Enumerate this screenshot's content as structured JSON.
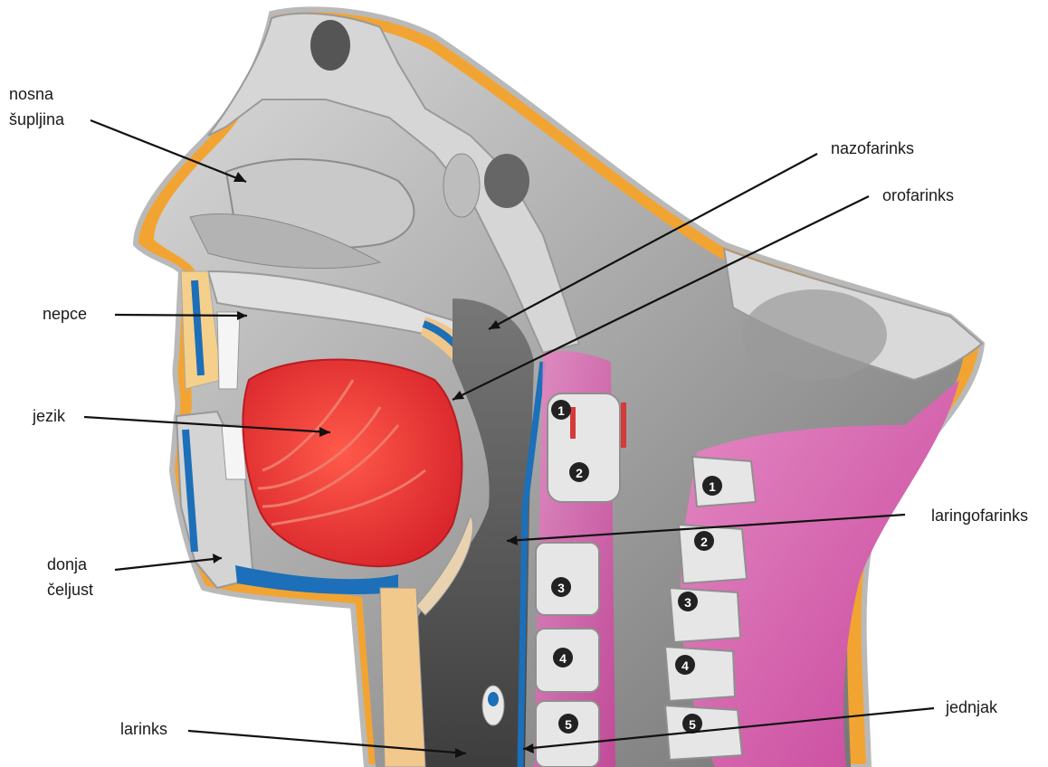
{
  "labels": {
    "nosna_line1": "nosna",
    "nosna_line2": "šupljina",
    "nepce": "nepce",
    "jezik": "jezik",
    "donja_line1": "donja",
    "donja_line2": "čeljust",
    "larinks": "larinks",
    "nazofarinks": "nazofarinks",
    "orofarinks": "orofarinks",
    "laringofarinks": "laringofarinks",
    "jednjak": "jednjak"
  },
  "vertebra_numbers": {
    "cervical_front": [
      "1",
      "2",
      "3",
      "4",
      "5"
    ],
    "cervical_back": [
      "1",
      "2",
      "3",
      "4",
      "5"
    ]
  },
  "colors": {
    "bone": "#d9d9d9",
    "fat": "#f0a030",
    "tongue": "#e8383a",
    "muscle_pink": "#d85ca8",
    "vessel_blue": "#1c6fb8",
    "soft_tissue": "#8a8a8a",
    "background": "#ffffff"
  }
}
